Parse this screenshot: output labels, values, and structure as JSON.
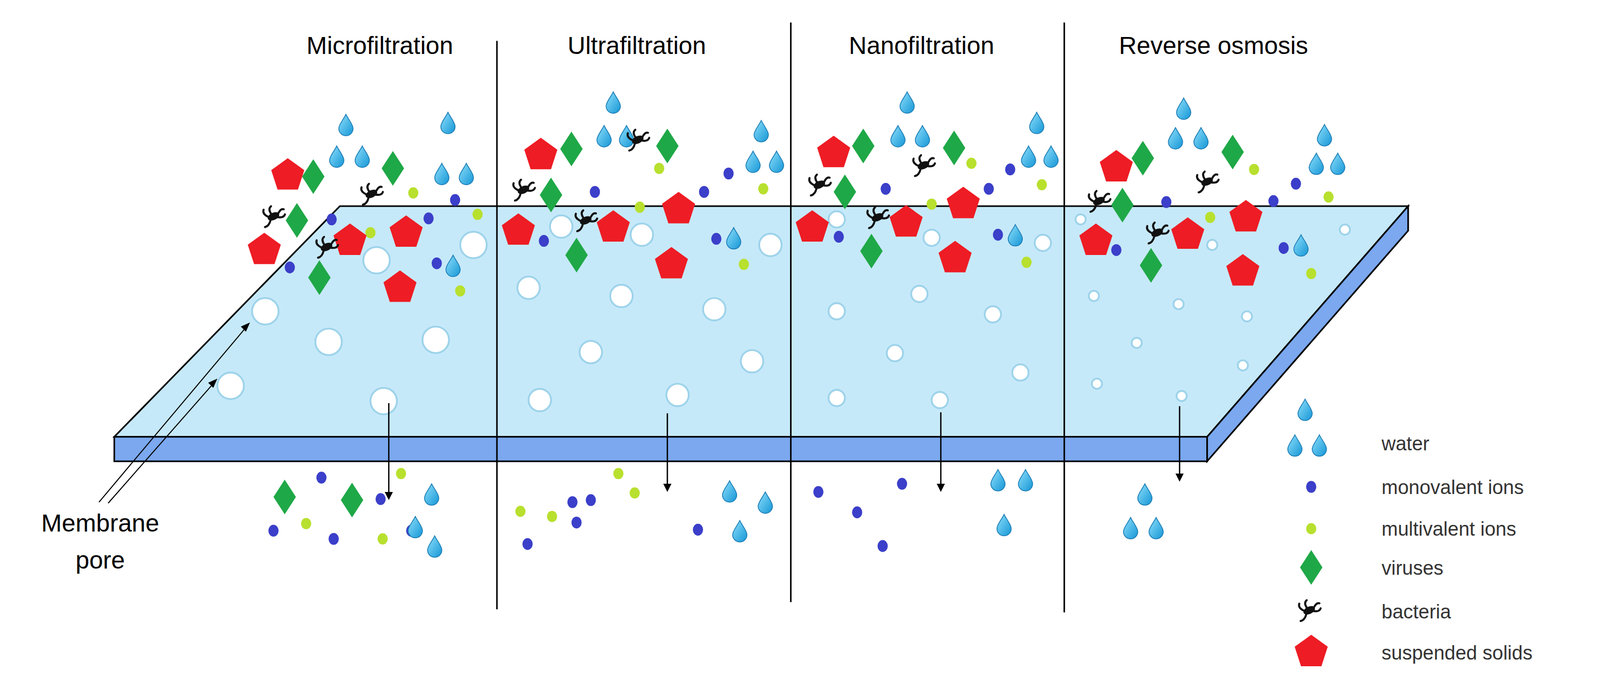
{
  "diagram": {
    "labels": [
      "Microfiltration",
      "Ultrafiltration",
      "Nanofiltration",
      "Reverse osmosis",
      "Membrane pore"
    ],
    "legend": [
      {
        "text": "water"
      },
      {
        "text": "monovalent ions"
      },
      {
        "text": "multivalent ions"
      },
      {
        "text": "viruses"
      },
      {
        "text": "bacteria"
      },
      {
        "text": "suspended solids"
      }
    ]
  }
}
